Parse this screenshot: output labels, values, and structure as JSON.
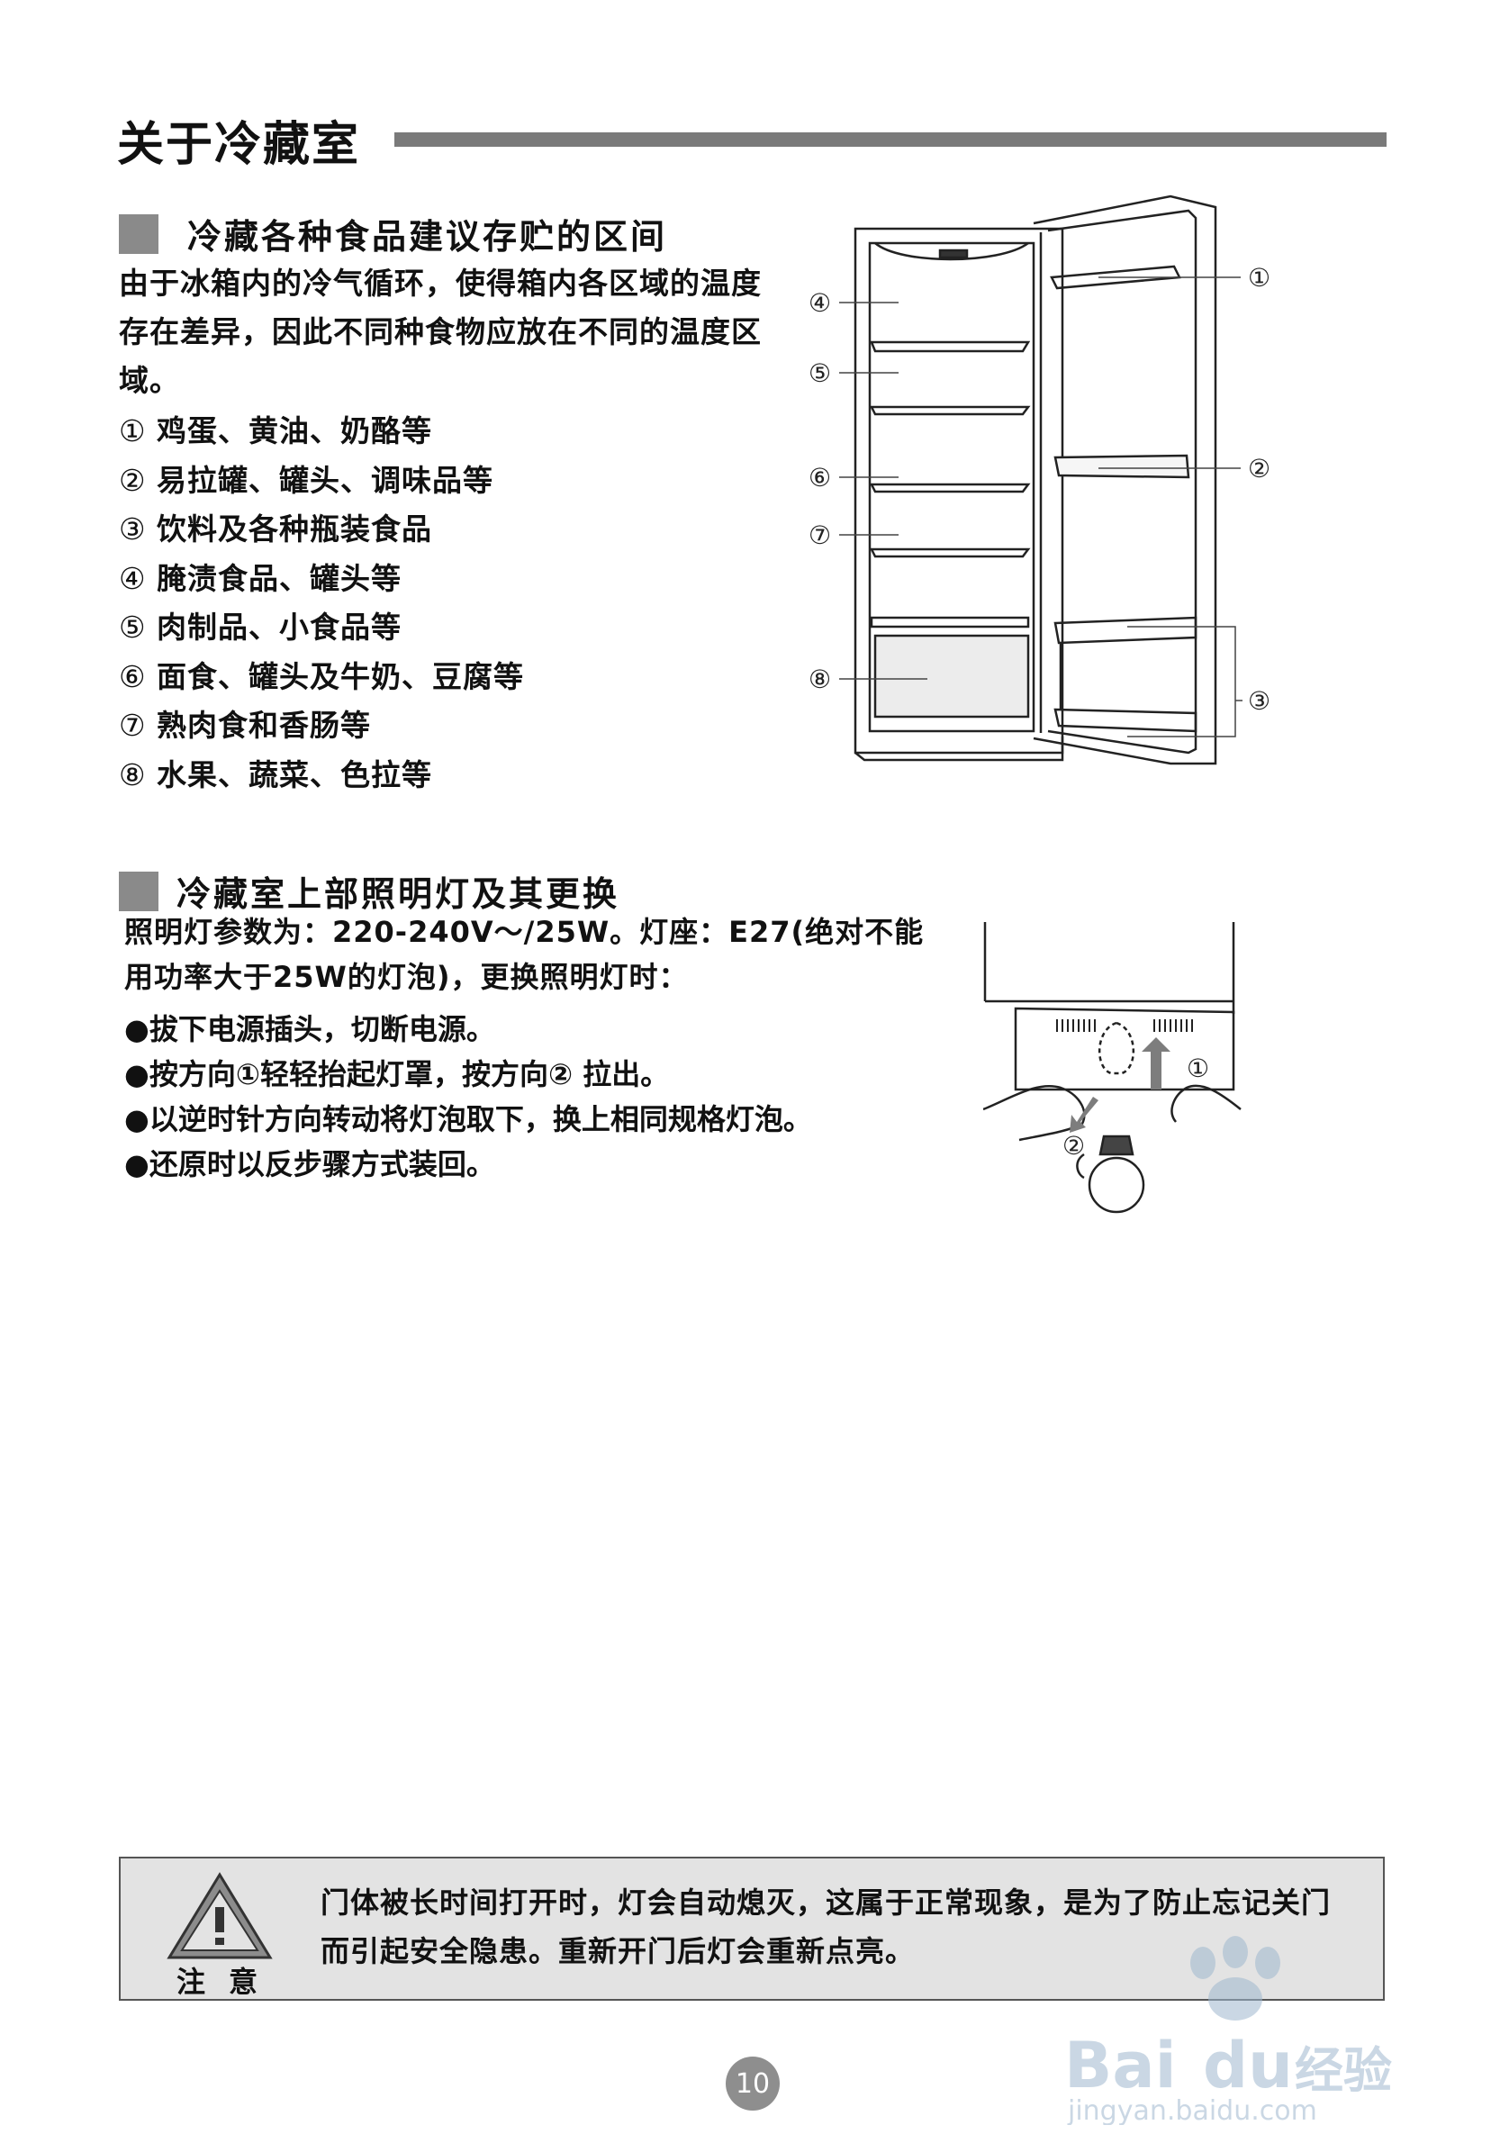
{
  "page": {
    "title": "关于冷藏室",
    "page_number": "10"
  },
  "section1": {
    "heading": "冷藏各种食品建议存贮的区间",
    "intro": "由于冰箱内的冷气循环，使得箱内各区域的温度存在差异，因此不同种食物应放在不同的温度区域。",
    "zones": [
      {
        "num": "①",
        "text": "鸡蛋、黄油、奶酪等"
      },
      {
        "num": "②",
        "text": "易拉罐、罐头、调味品等"
      },
      {
        "num": "③",
        "text": "饮料及各种瓶装食品"
      },
      {
        "num": "④",
        "text": "腌渍食品、罐头等"
      },
      {
        "num": "⑤",
        "text": "肉制品、小食品等"
      },
      {
        "num": "⑥",
        "text": "面食、罐头及牛奶、豆腐等"
      },
      {
        "num": "⑦",
        "text": "熟肉食和香肠等"
      },
      {
        "num": "⑧",
        "text": "水果、蔬菜、色拉等"
      }
    ],
    "diagram_labels": [
      "①",
      "②",
      "③",
      "④",
      "⑤",
      "⑥",
      "⑦",
      "⑧"
    ]
  },
  "section2": {
    "heading": "冷藏室上部照明灯及其更换",
    "intro": "照明灯参数为：220-240V～/25W。灯座：E27(绝对不能用功率大于25W的灯泡)，更换照明灯时：",
    "bullet": "●",
    "steps": [
      "拔下电源插头，切断电源。",
      "按方向①轻轻抬起灯罩，按方向② 拉出。",
      "以逆时针方向转动将灯泡取下，换上相同规格灯泡。",
      "还原时以反步骤方式装回。"
    ],
    "diagram_labels": [
      "①",
      "②"
    ]
  },
  "notice": {
    "label": "注意",
    "text": "门体被长时间打开时，灯会自动熄灭，这属于正常现象，是为了防止忘记关门而引起安全隐患。重新开门后灯会重新点亮。",
    "icon": "warning-triangle-icon"
  },
  "watermark": {
    "brand": "Bai",
    "brand_suffix": "经验",
    "url": "jingyan.baidu.com",
    "icon": "paw-icon"
  }
}
